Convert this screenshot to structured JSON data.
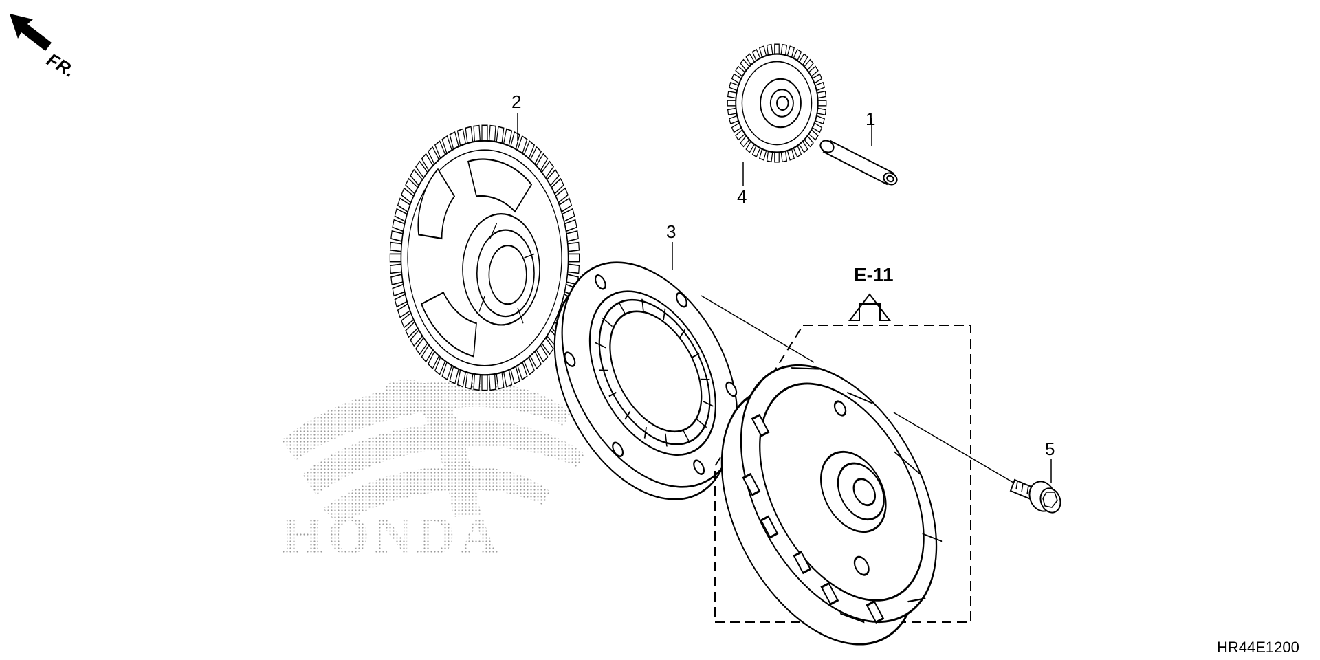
{
  "diagram": {
    "direction_label": "FR.",
    "reference": {
      "label": "E-11"
    },
    "callouts": [
      {
        "id": "1",
        "label": "1"
      },
      {
        "id": "2",
        "label": "2"
      },
      {
        "id": "3",
        "label": "3"
      },
      {
        "id": "4",
        "label": "4"
      },
      {
        "id": "5",
        "label": "5"
      }
    ],
    "watermark": {
      "text": "HONDA"
    },
    "diagram_code": "HR44E1200"
  }
}
